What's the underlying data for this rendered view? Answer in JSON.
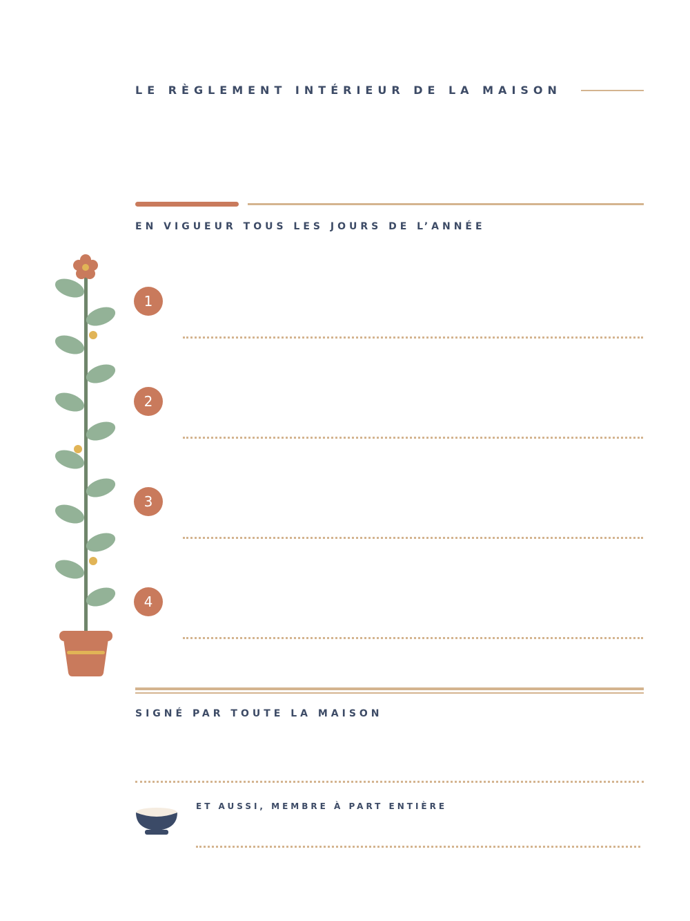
{
  "document": {
    "title": "LE RÈGLEMENT INTÉRIEUR DE LA MAISON",
    "subtitle": "EN VIGUEUR TOUS LES JOURS DE L’ANNÉE",
    "rules": [
      {
        "number": "1"
      },
      {
        "number": "2"
      },
      {
        "number": "3"
      },
      {
        "number": "4"
      }
    ],
    "signature_heading": "SIGNÉ PAR TOUTE LA MAISON",
    "pet_heading": "ET AUSSI, MEMBRE À PART ENTIÈRE"
  },
  "icons": {
    "plant": "potted-plant-icon",
    "bowl": "pet-bowl-icon"
  },
  "colors": {
    "text": "#3d4b66",
    "accent": "#c97a5c",
    "line": "#d4b48f",
    "leaf": "#93b297",
    "stem": "#6f856b",
    "dot": "#e1b456",
    "bowl": "#3b4a67"
  }
}
